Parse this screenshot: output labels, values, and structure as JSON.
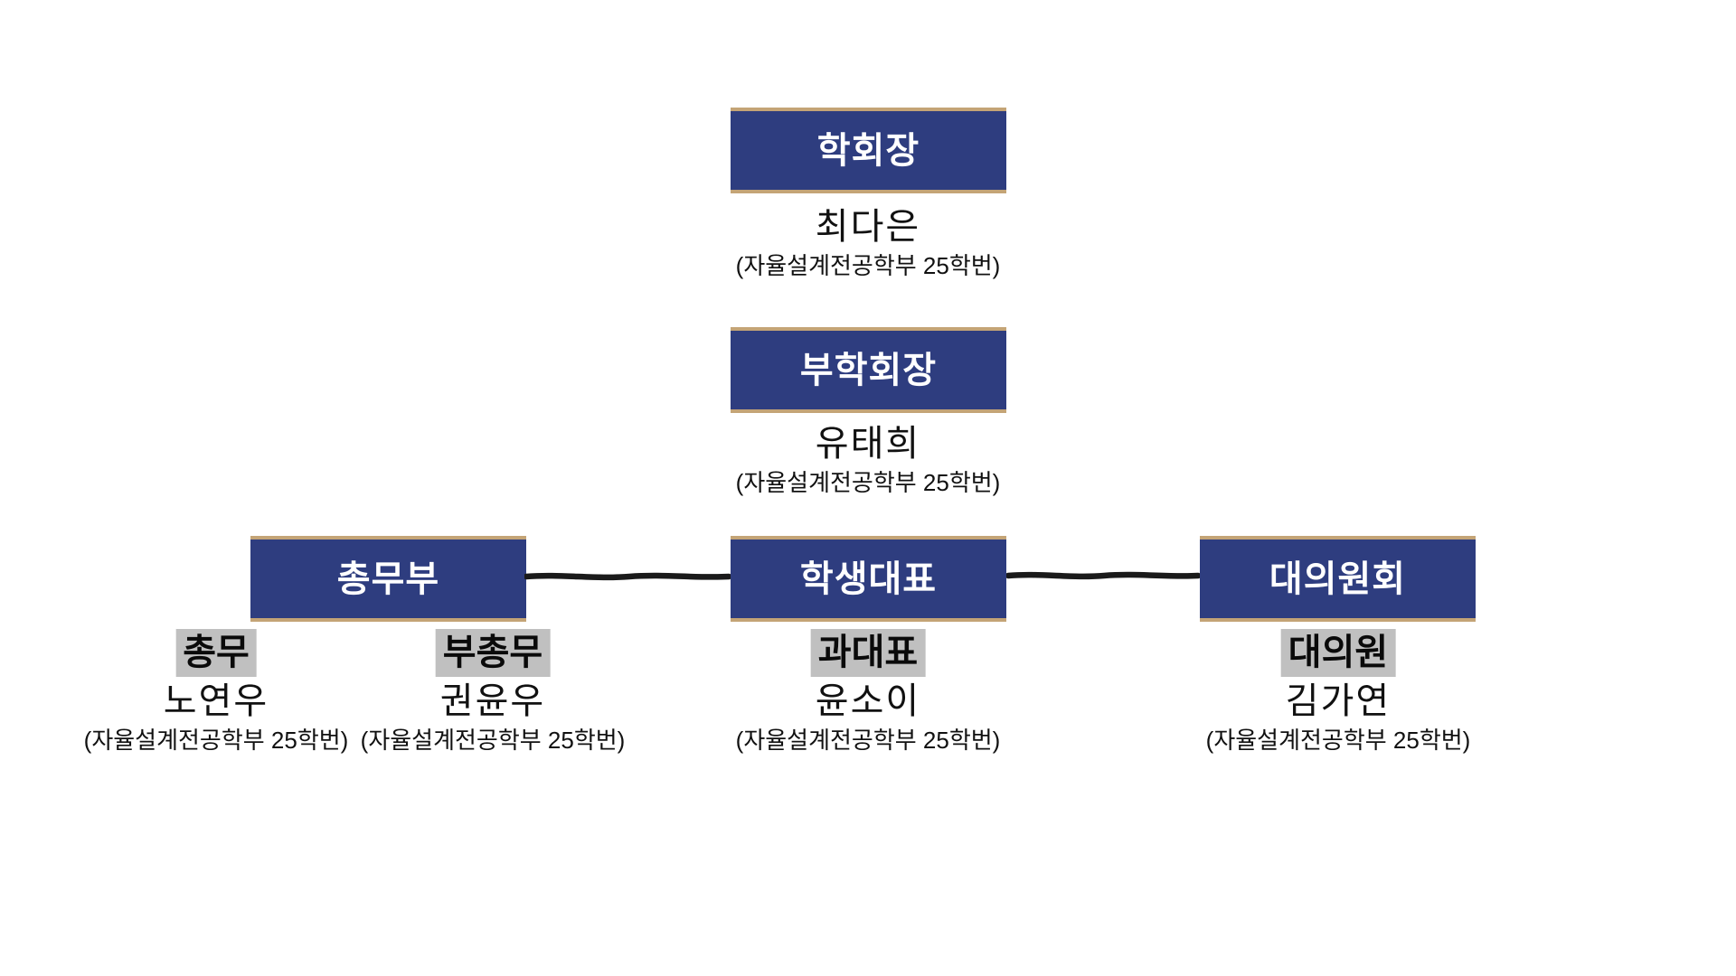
{
  "colors": {
    "page_bg": "#ffffff",
    "box_bg": "#2e3d7f",
    "box_border": "#c4a476",
    "box_text": "#ffffff",
    "highlight_bg": "#c0c0c0",
    "line_color": "#1a1a1a",
    "text_color": "#111111"
  },
  "org": {
    "president": {
      "title": "학회장",
      "person": {
        "name": "최다은",
        "affiliation": "(자율설계전공학부 25학번)"
      }
    },
    "vice_president": {
      "title": "부학회장",
      "person": {
        "name": "유태희",
        "affiliation": "(자율설계전공학부 25학번)"
      }
    },
    "departments": [
      {
        "title": "총무부",
        "members": [
          {
            "role": "총무",
            "name": "노연우",
            "affiliation": "(자율설계전공학부 25학번)"
          },
          {
            "role": "부총무",
            "name": "권윤우",
            "affiliation": "(자율설계전공학부 25학번)"
          }
        ]
      },
      {
        "title": "학생대표",
        "members": [
          {
            "role": "과대표",
            "name": "윤소이",
            "affiliation": "(자율설계전공학부 25학번)"
          }
        ]
      },
      {
        "title": "대의원회",
        "members": [
          {
            "role": "대의원",
            "name": "김가연",
            "affiliation": "(자율설계전공학부 25학번)"
          }
        ]
      }
    ]
  }
}
